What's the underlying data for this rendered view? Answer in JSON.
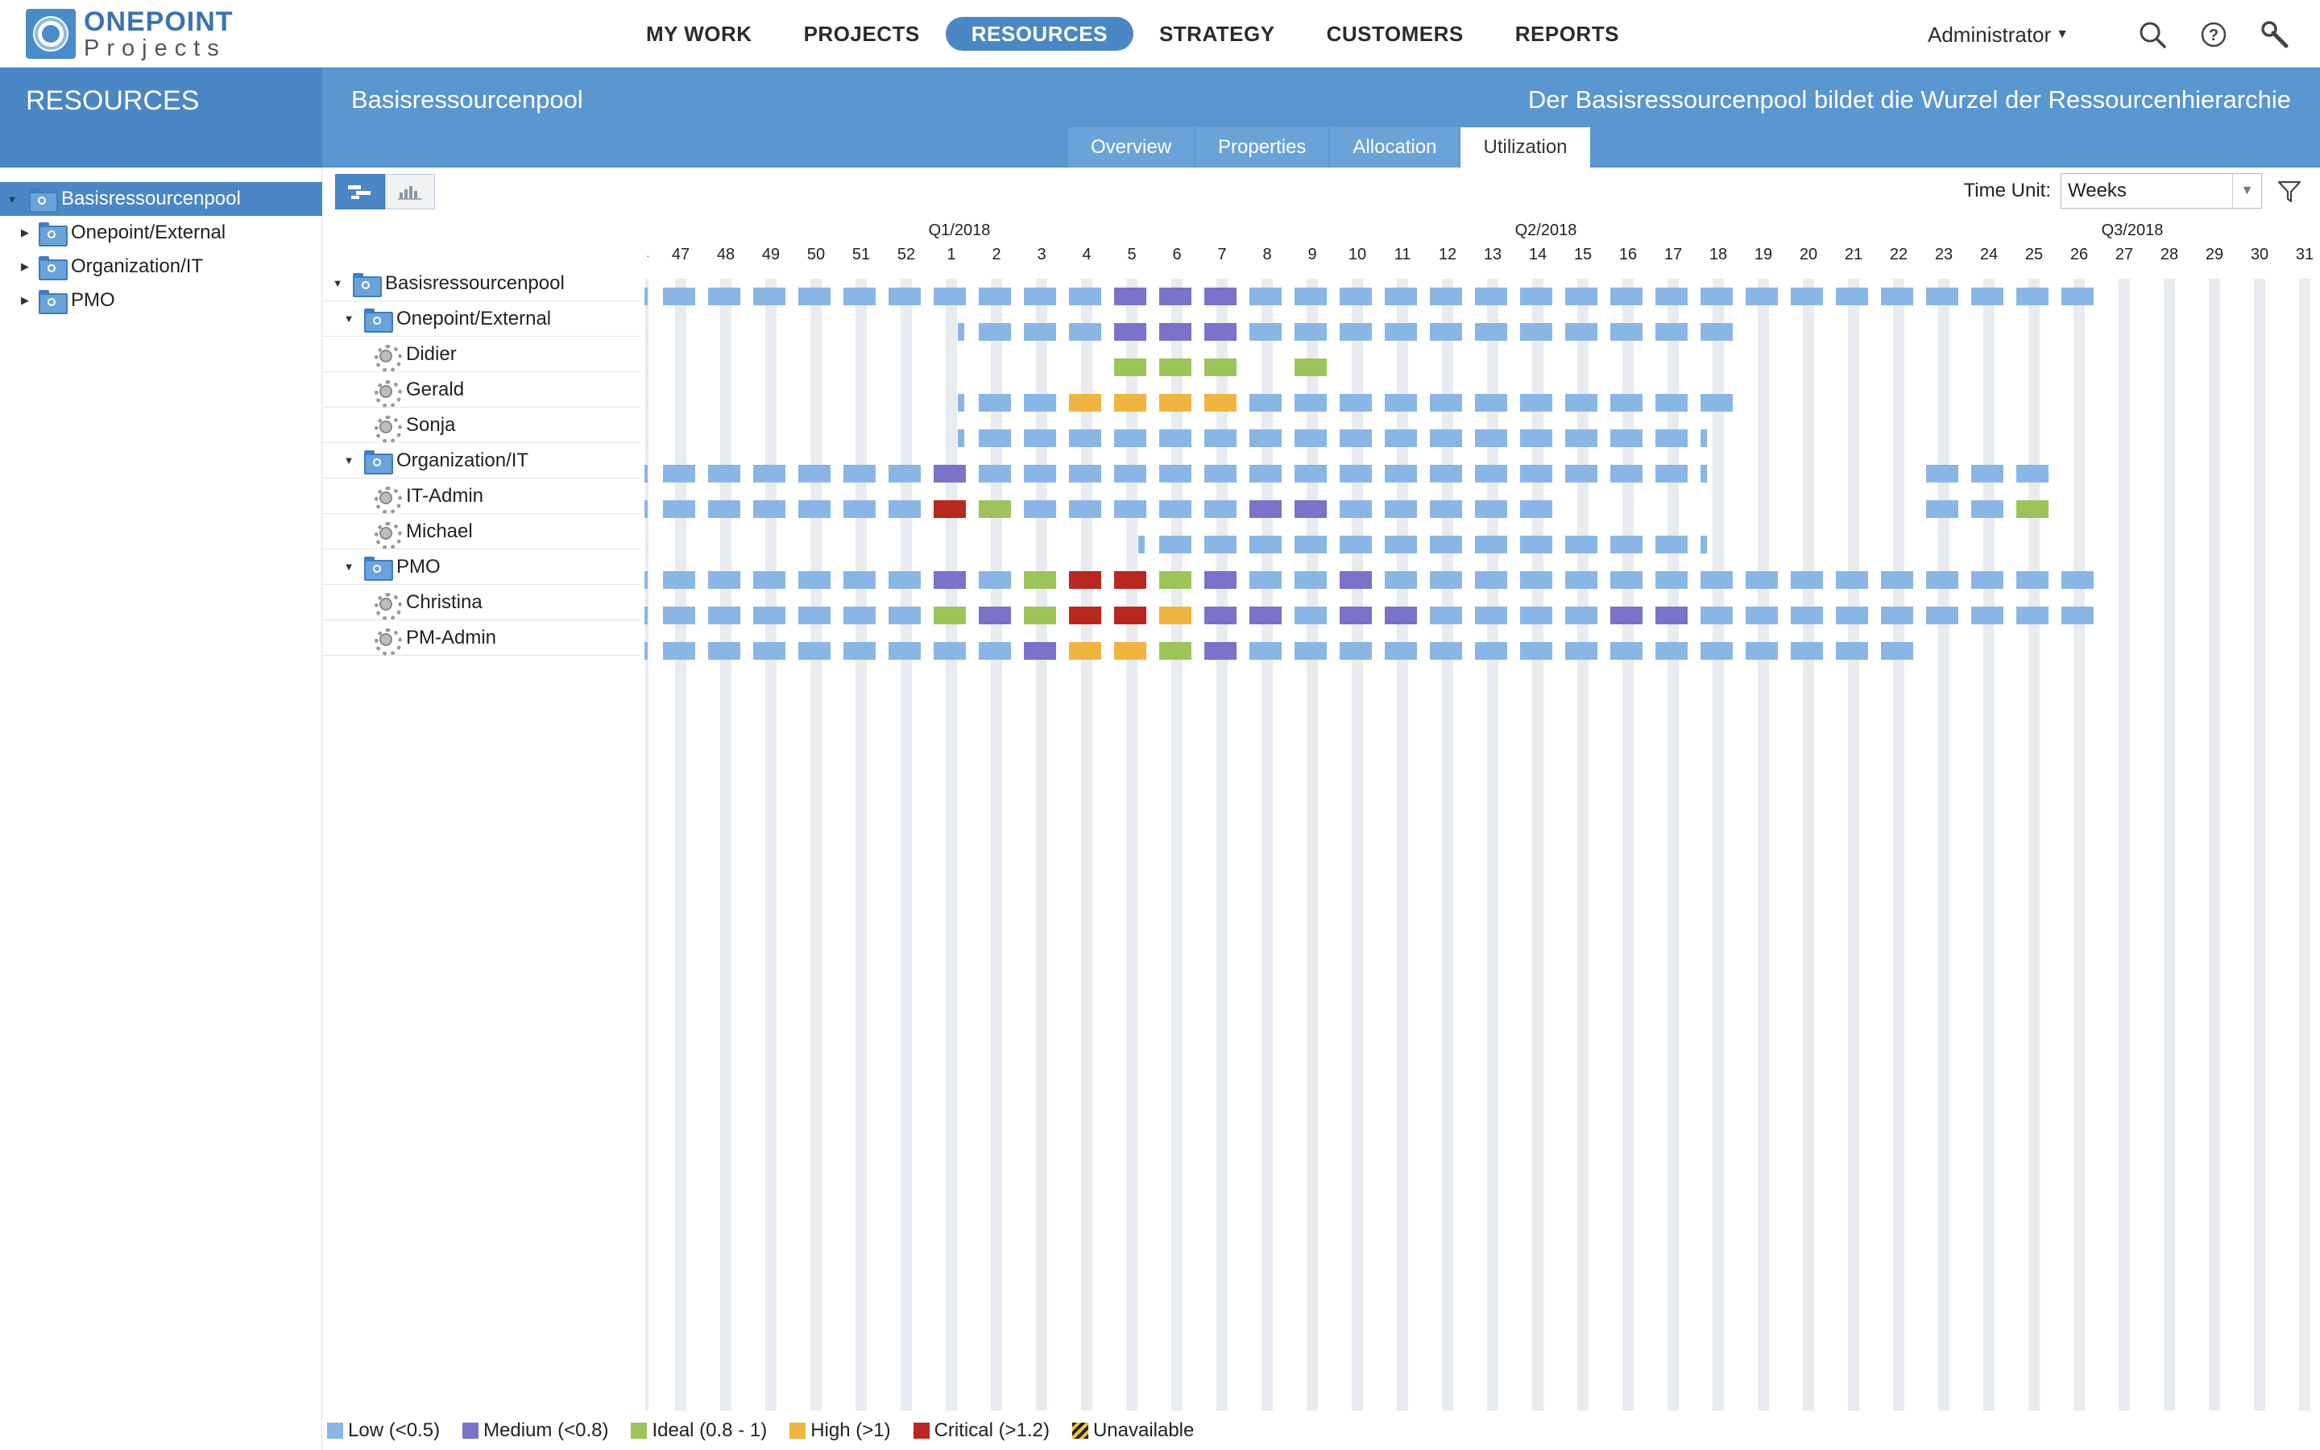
{
  "app": {
    "logo_top": "ONEPOINT",
    "logo_bottom": "Projects"
  },
  "nav": {
    "items": [
      {
        "label": "MY WORK",
        "active": false
      },
      {
        "label": "PROJECTS",
        "active": false
      },
      {
        "label": "RESOURCES",
        "active": true
      },
      {
        "label": "STRATEGY",
        "active": false
      },
      {
        "label": "CUSTOMERS",
        "active": false
      },
      {
        "label": "REPORTS",
        "active": false
      }
    ],
    "user": "Administrator",
    "icons": [
      "search-icon",
      "help-icon",
      "tools-icon"
    ]
  },
  "colors": {
    "brand": "#4a87c4",
    "low": "#8ab6e6",
    "medium": "#7a73c9",
    "ideal": "#9dc45a",
    "high": "#f0b441",
    "critical": "#b8281f",
    "column": "#e8ebef"
  },
  "left_panel": {
    "title": "RESOURCES",
    "tree": [
      {
        "label": "Basisressourcenpool",
        "expanded": true,
        "selected": true,
        "level": 0
      },
      {
        "label": "Onepoint/External",
        "expanded": false,
        "selected": false,
        "level": 1
      },
      {
        "label": "Organization/IT",
        "expanded": false,
        "selected": false,
        "level": 1
      },
      {
        "label": "PMO",
        "expanded": false,
        "selected": false,
        "level": 1
      }
    ]
  },
  "header": {
    "title": "Basisressourcenpool",
    "description": "Der Basisressourcenpool bildet die Wurzel der Ressourcenhierarchie",
    "tabs": [
      {
        "label": "Overview",
        "active": false
      },
      {
        "label": "Properties",
        "active": false
      },
      {
        "label": "Allocation",
        "active": false
      },
      {
        "label": "Utilization",
        "active": true
      }
    ]
  },
  "toolbar": {
    "time_unit_label": "Time Unit:",
    "time_unit_value": "Weeks"
  },
  "resources": [
    {
      "name": "Basisressourcenpool",
      "kind": "pool",
      "level": 0
    },
    {
      "name": "Onepoint/External",
      "kind": "pool",
      "level": 1
    },
    {
      "name": "Didier",
      "kind": "person",
      "level": 2
    },
    {
      "name": "Gerald",
      "kind": "person",
      "level": 2
    },
    {
      "name": "Sonja",
      "kind": "person",
      "level": 2
    },
    {
      "name": "Organization/IT",
      "kind": "pool",
      "level": 1
    },
    {
      "name": "IT-Admin",
      "kind": "person",
      "level": 2
    },
    {
      "name": "Michael",
      "kind": "person",
      "level": 2
    },
    {
      "name": "PMO",
      "kind": "pool",
      "level": 1
    },
    {
      "name": "Christina",
      "kind": "person",
      "level": 2
    },
    {
      "name": "PM-Admin",
      "kind": "person",
      "level": 2
    }
  ],
  "chart_data": {
    "type": "heatmap",
    "quarters": [
      {
        "label": "Q1/2018",
        "week": "1"
      },
      {
        "label": "Q2/2018",
        "week": "14"
      },
      {
        "label": "Q3/2018",
        "week": "27"
      }
    ],
    "weeks": [
      "47",
      "48",
      "49",
      "50",
      "51",
      "52",
      "1",
      "2",
      "3",
      "4",
      "5",
      "6",
      "7",
      "8",
      "9",
      "10",
      "11",
      "12",
      "13",
      "14",
      "15",
      "16",
      "17",
      "18",
      "19",
      "20",
      "21",
      "22",
      "23",
      "24",
      "25",
      "26",
      "27",
      "28",
      "29",
      "30",
      "31"
    ],
    "legend_note": "Row codes per week: L=Low, M=Medium, I=Ideal, H=High, C=Critical, .=none, s=partial low",
    "rows": [
      {
        "name": "Basisressourcenpool",
        "cells": "LLLLLLLLLLMMMLLLLLLLLLLLLLLLLLLL....."
      },
      {
        "name": "Onepoint/External",
        "cells": "......sLLLMMMLLLLLLLLLLL............."
      },
      {
        "name": "Didier",
        "cells": "..........III.I......................"
      },
      {
        "name": "Gerald",
        "cells": "......sLLHHHHLLLLLLLLLLL............."
      },
      {
        "name": "Sonja",
        "cells": "......sLLLLLLLLLLLLLLLLs............."
      },
      {
        "name": "Organization/IT",
        "cells": "LLLLLLMLLLLLLLLLLLLLLLLs....LLL......"
      },
      {
        "name": "IT-Admin",
        "cells": "LLLLLLCILLLLLMMLLLLL........LLI......"
      },
      {
        "name": "Michael",
        "cells": "..........sLLLLLLLLLLLLs............."
      },
      {
        "name": "PMO",
        "cells": "LLLLLLMLICCIMLLMLLLLLLLLLLLLLLLL....."
      },
      {
        "name": "Christina",
        "cells": "LLLLLLIMICCHMMLMMLLLLMMLLLLLLLLL....."
      },
      {
        "name": "PM-Admin",
        "cells": "LLLLLLLLMHHIMLLLLLLLLLLLLLLL........."
      }
    ],
    "legend": [
      {
        "key": "L",
        "label": "Low (<0.5)",
        "color": "#8ab6e6"
      },
      {
        "key": "M",
        "label": "Medium (<0.8)",
        "color": "#7a73c9"
      },
      {
        "key": "I",
        "label": "Ideal (0.8 - 1)",
        "color": "#9dc45a"
      },
      {
        "key": "H",
        "label": "High (>1)",
        "color": "#f0b441"
      },
      {
        "key": "C",
        "label": "Critical (>1.2)",
        "color": "#b8281f"
      },
      {
        "key": "U",
        "label": "Unavailable",
        "color": "striped"
      }
    ]
  }
}
